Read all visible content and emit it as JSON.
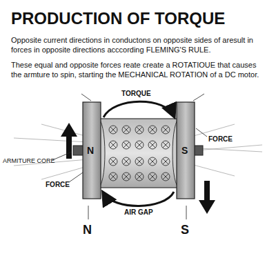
{
  "diagram": {
    "title": "PRODUCTION OF TORQUE",
    "labels": [
      "Opposite current directions in conductons on opposite sides of aresult in forces in opposite directions  acccording FLEMING'S RULE.",
      "These equal and opposite forces reate create a ROTATIOUE that causes the armture to spin, starting the MECHANICAL ROTATION of a DC motor.",
      "TORQUE",
      "FORCE",
      "ARMITURE CORE",
      "FORCE",
      "AIR GAP",
      "N",
      "S",
      "N",
      "S"
    ]
  }
}
